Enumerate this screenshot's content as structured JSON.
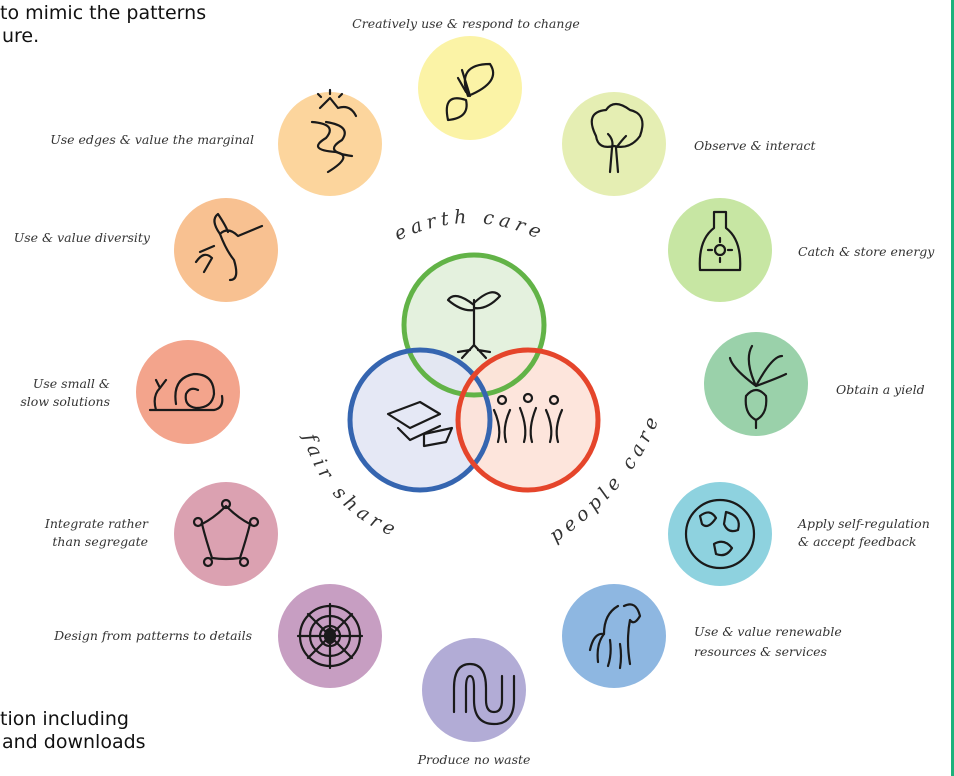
{
  "cutoff_text": {
    "top_line1": "to mimic the patterns",
    "top_line2": "ure.",
    "bottom_line1": "tion including",
    "bottom_line2": "and downloads"
  },
  "care": {
    "earth": "earth care",
    "people": "people care",
    "fair": "fair share"
  },
  "principles": [
    {
      "label": "Creatively use & respond to change",
      "icon": "butterfly-icon",
      "color": "#fbf3a6"
    },
    {
      "label": "Observe & interact",
      "icon": "tree-icon",
      "color": "#e5eeb3"
    },
    {
      "label": "Catch & store energy",
      "icon": "sun-bottle-icon",
      "color": "#c7e6a3"
    },
    {
      "label": "Obtain a yield",
      "icon": "beet-icon",
      "color": "#9ad1aa"
    },
    {
      "label_line1": "Apply self-regulation",
      "label_line2": "& accept feedback",
      "icon": "globe-icon",
      "color": "#8ed2df"
    },
    {
      "label_line1": "Use & value renewable",
      "label_line2": "resources & services",
      "icon": "horse-icon",
      "color": "#8eb7e1"
    },
    {
      "label": "Produce no waste",
      "icon": "worm-icon",
      "color": "#b2acd6"
    },
    {
      "label": "Design from patterns to details",
      "icon": "spiderweb-icon",
      "color": "#c79ec2"
    },
    {
      "label_line1": "Integrate rather",
      "label_line2": "than segregate",
      "icon": "flower-ring-icon",
      "color": "#dba1b1"
    },
    {
      "label_line1": "Use small &",
      "label_line2": "slow solutions",
      "icon": "snail-icon",
      "color": "#f3a48c"
    },
    {
      "label": "Use & value diversity",
      "icon": "hummingbird-icon",
      "color": "#f8c191"
    },
    {
      "label": "Use edges & value the marginal",
      "icon": "river-sun-icon",
      "color": "#fcd59d"
    }
  ],
  "colors": {
    "earth_ring": "#62b347",
    "earth_fill": "#e3f0dc",
    "people_ring": "#e5452b",
    "people_fill": "#fde2d8",
    "fair_ring": "#3565b0",
    "fair_fill": "#e2e6f4",
    "accent_rule": "#1bb27b"
  }
}
